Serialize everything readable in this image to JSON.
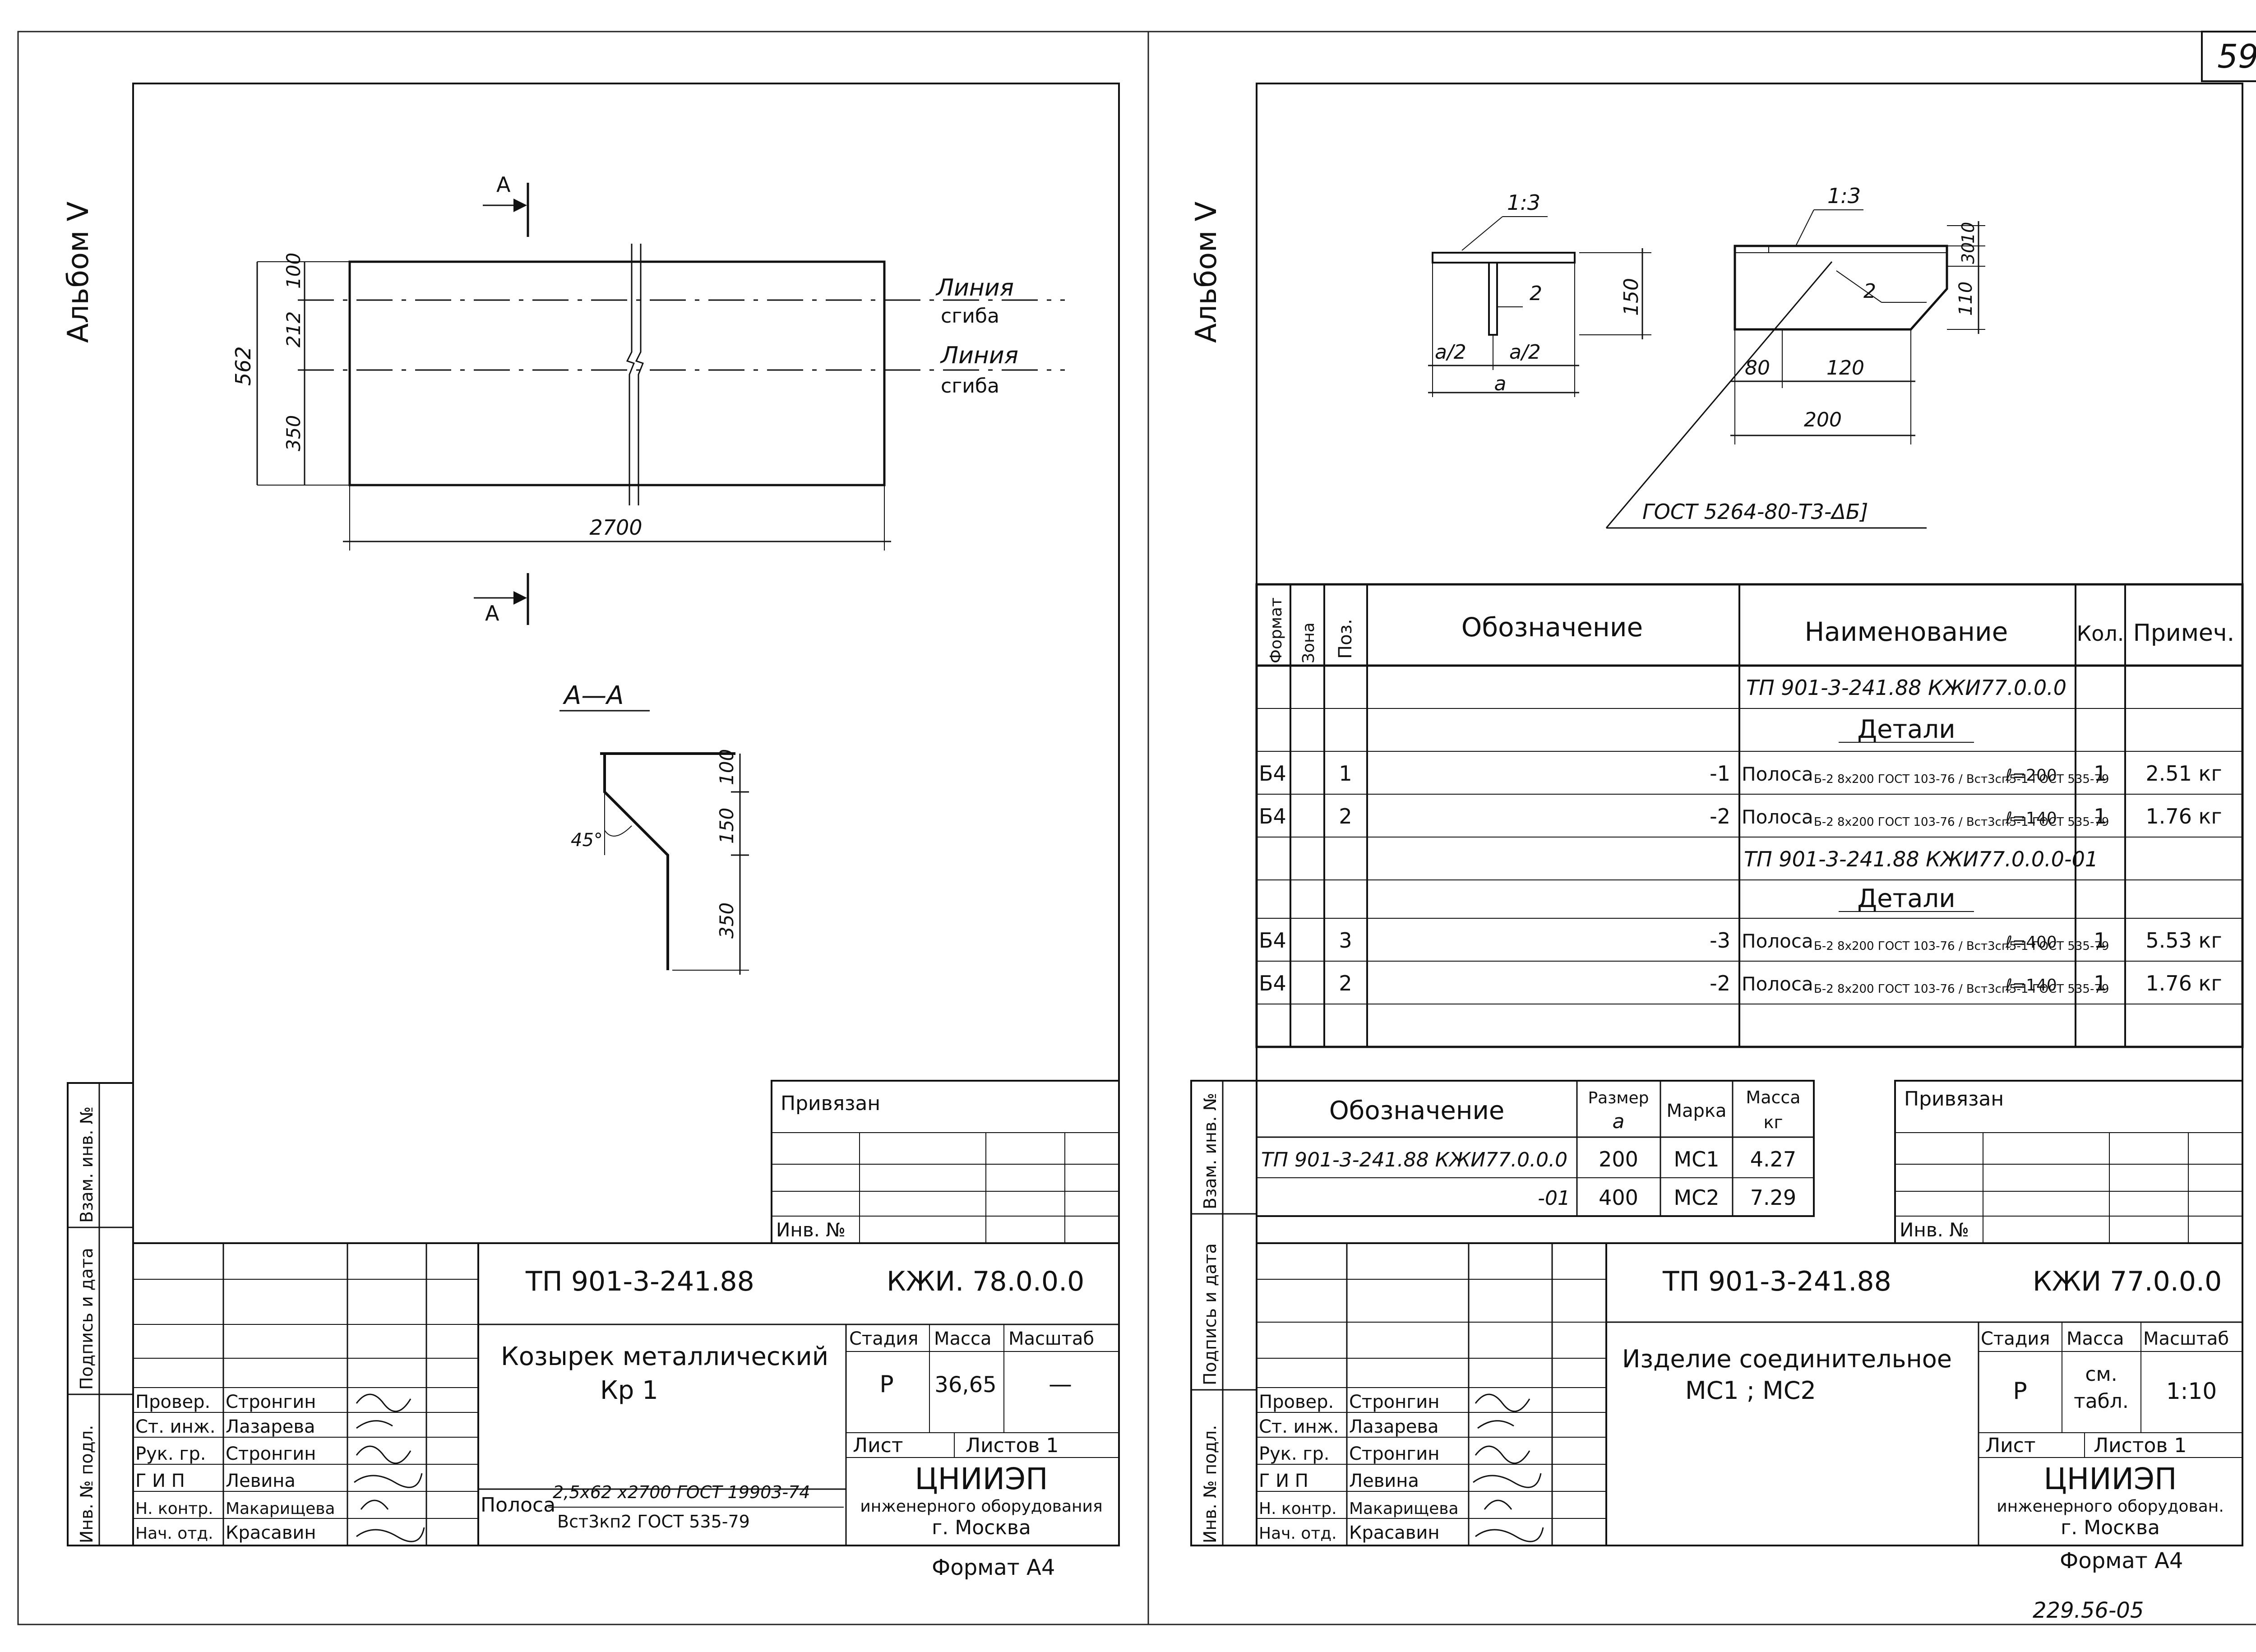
{
  "page_number": "59",
  "corner_stamp": "229.56-05",
  "format_note": "Формат А4",
  "left_sheet": {
    "album": "Альбом V",
    "drawing": {
      "section_marker": "А",
      "line1": "Линия",
      "line1b": "сгиба",
      "line2": "Линия",
      "line2b": "сгиба",
      "dim_total_h": "562",
      "dim_100": "100",
      "dim_212": "212",
      "dim_350": "350",
      "dim_length": "2700",
      "section_title": "А—А",
      "sec_100": "100",
      "sec_150": "150",
      "sec_350": "350",
      "angle": "45°"
    },
    "side_labels": [
      "Инв. № подл.",
      "Подпись и дата",
      "Взам. инв. №"
    ],
    "privyazan": "Привязан",
    "inv_no": "Инв. №",
    "doc_code": "ТП 901-3-241.88",
    "doc_mark": "КЖИ. 78.0.0.0",
    "title_line1": "Козырек металлический",
    "title_line2": "Кр 1",
    "col_stage": "Стадия",
    "col_mass": "Масса",
    "col_scale": "Масштаб",
    "stage": "Р",
    "mass": "36,65",
    "scale": "—",
    "sheet": "Лист",
    "sheets": "Листов 1",
    "material_prefix": "Полоса",
    "material_top": "2,5х62 х2700 ГОСТ 19903-74",
    "material_bottom": "Вст3кп2 ГОСТ 535-79",
    "org1": "ЦНИИЭП",
    "org2": "инженерного оборудования",
    "org3": "г. Москва",
    "roles": [
      {
        "role": "Провер.",
        "name": "Стронгин"
      },
      {
        "role": "Ст. инж.",
        "name": "Лазарева"
      },
      {
        "role": "Рук. гр.",
        "name": "Стронгин"
      },
      {
        "role": "Г И П",
        "name": "Левина"
      },
      {
        "role": "Н. контр.",
        "name": "Макарищева"
      },
      {
        "role": "Нач. отд.",
        "name": "Красавин"
      }
    ]
  },
  "right_sheet": {
    "album": "Альбом V",
    "drawing": {
      "scale_a": "1:3",
      "scale_b": "1:3",
      "pos2a": "2",
      "pos2b": "2",
      "a2a": "a/2",
      "a2b": "a/2",
      "a": "a",
      "d150": "150",
      "d30": "30",
      "d10": "10",
      "d110": "110",
      "d80": "80",
      "d120": "120",
      "d200": "200",
      "weld": "ГОСТ 5264-80-Т3-ΔБ]"
    },
    "spec_headers": {
      "format": "Формат",
      "zone": "Зона",
      "pos": "Поз.",
      "designation": "Обозначение",
      "name": "Наименование",
      "qty": "Кол.",
      "note": "Примеч."
    },
    "spec_rows": [
      {
        "fmt": "",
        "pos": "",
        "des": "",
        "name": "ТП 901-3-241.88  КЖИ77.0.0.0",
        "frac": "",
        "len": "",
        "qty": "",
        "note": ""
      },
      {
        "fmt": "",
        "pos": "",
        "des": "",
        "name": "Детали",
        "frac": "",
        "len": "",
        "qty": "",
        "note": ""
      },
      {
        "fmt": "Б4",
        "pos": "1",
        "des": "-1",
        "name": "Полоса",
        "frac": "Б-2 8х200 ГОСТ 103-76 / Вст3сп5-1 ГОСТ 535-79",
        "len": "ℓ=200",
        "qty": "1",
        "note": "2.51 кг"
      },
      {
        "fmt": "Б4",
        "pos": "2",
        "des": "-2",
        "name": "Полоса",
        "frac": "Б-2 8х200 ГОСТ 103-76 / Вст3сп5-1 ГОСТ 535-79",
        "len": "ℓ=140",
        "qty": "1",
        "note": "1.76 кг"
      },
      {
        "fmt": "",
        "pos": "",
        "des": "",
        "name": "ТП 901-3-241.88  КЖИ77.0.0.0-01",
        "frac": "",
        "len": "",
        "qty": "",
        "note": ""
      },
      {
        "fmt": "",
        "pos": "",
        "des": "",
        "name": "Детали",
        "frac": "",
        "len": "",
        "qty": "",
        "note": ""
      },
      {
        "fmt": "Б4",
        "pos": "3",
        "des": "-3",
        "name": "Полоса",
        "frac": "Б-2 8х200 ГОСТ 103-76 / Вст3сп5-1 ГОСТ 535-79",
        "len": "ℓ=400",
        "qty": "1",
        "note": "5.53 кг"
      },
      {
        "fmt": "Б4",
        "pos": "2",
        "des": "-2",
        "name": "Полоса",
        "frac": "Б-2 8х200 ГОСТ 103-76 / Вст3сп5-1 ГОСТ 535-79",
        "len": "ℓ=140",
        "qty": "1",
        "note": "1.76 кг"
      },
      {
        "fmt": "",
        "pos": "",
        "des": "",
        "name": "",
        "frac": "",
        "len": "",
        "qty": "",
        "note": ""
      }
    ],
    "var_headers": {
      "des": "Обозначение",
      "size": "Размер",
      "size_sub": "a",
      "mark": "Марка",
      "mass": "Масса",
      "mass_sub": "кг"
    },
    "var_rows": [
      {
        "des": "ТП 901-3-241.88 КЖИ77.0.0.0",
        "size": "200",
        "mark": "МС1",
        "mass": "4.27"
      },
      {
        "des": "-01",
        "size": "400",
        "mark": "МС2",
        "mass": "7.29"
      }
    ],
    "side_labels": [
      "Инв. № подл.",
      "Подпись и дата",
      "Взам. инв. №"
    ],
    "privyazan": "Привязан",
    "inv_no": "Инв. №",
    "doc_code": "ТП 901-3-241.88",
    "doc_mark": "КЖИ 77.0.0.0",
    "title_line1": "Изделие соединительное",
    "title_line2": "МС1 ; МС2",
    "col_stage": "Стадия",
    "col_mass": "Масса",
    "col_scale": "Масштаб",
    "stage": "Р",
    "mass_line1": "см.",
    "mass_line2": "табл.",
    "scale": "1:10",
    "sheet": "Лист",
    "sheets": "Листов 1",
    "org1": "ЦНИИЭП",
    "org2": "инженерного оборудован.",
    "org3": "г. Москва",
    "roles": [
      {
        "role": "Провер.",
        "name": "Стронгин"
      },
      {
        "role": "Ст. инж.",
        "name": "Лазарева"
      },
      {
        "role": "Рук. гр.",
        "name": "Стронгин"
      },
      {
        "role": "Г И П",
        "name": "Левина"
      },
      {
        "role": "Н. контр.",
        "name": "Макарищева"
      },
      {
        "role": "Нач. отд.",
        "name": "Красавин"
      }
    ]
  }
}
